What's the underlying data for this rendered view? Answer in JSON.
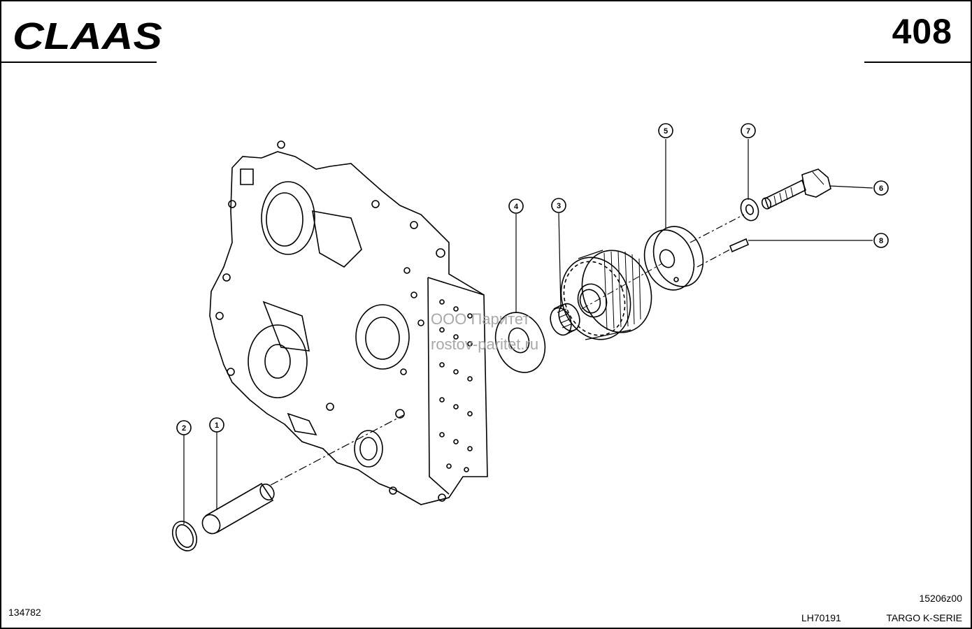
{
  "header": {
    "brand": "CLAAS",
    "page_number": "408"
  },
  "callouts": [
    "1",
    "2",
    "3",
    "4",
    "5",
    "6",
    "7",
    "8"
  ],
  "footer": {
    "left_code": "134782",
    "drawing_code": "15206z00",
    "doc_code": "LH70191",
    "series": "TARGO K-SERIE"
  },
  "watermark": {
    "line1": "ООО Паритет",
    "line2": "rostov-paritet.ru"
  }
}
